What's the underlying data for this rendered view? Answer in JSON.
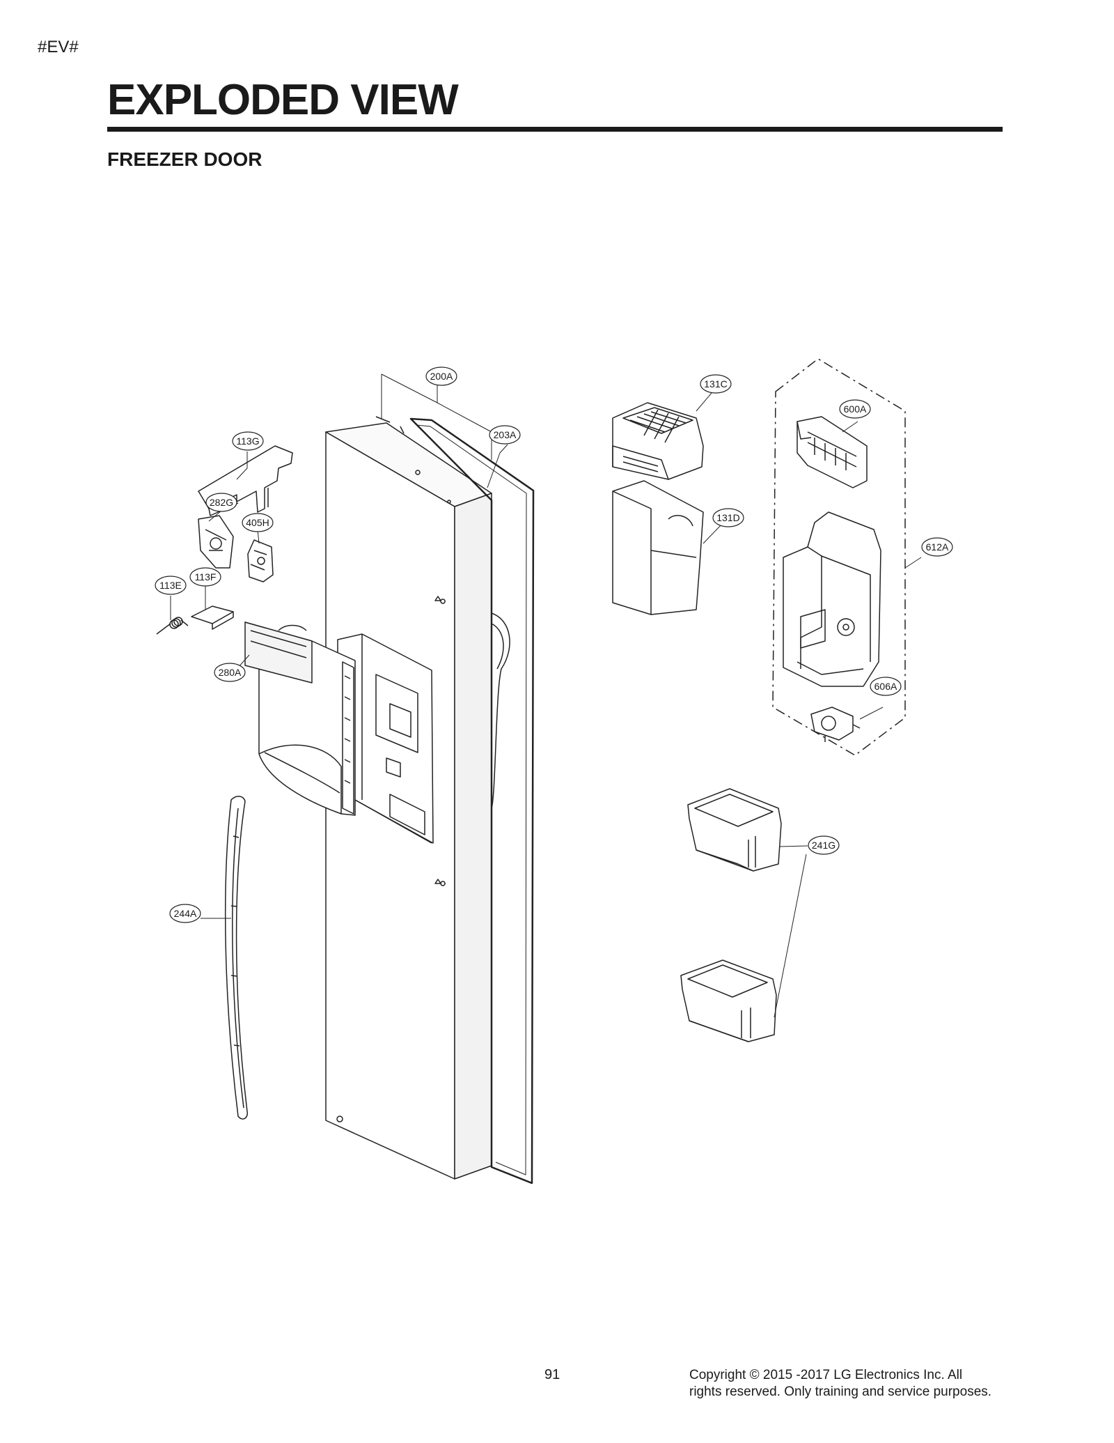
{
  "header": {
    "marker": "#EV#",
    "title": "EXPLODED VIEW",
    "subtitle": "FREEZER DOOR"
  },
  "diagram": {
    "callouts": {
      "c200A": "200A",
      "c203A": "203A",
      "c113G": "113G",
      "c282G": "282G",
      "c405H": "405H",
      "c113E": "113E",
      "c113F": "113F",
      "c280A": "280A",
      "c244A": "244A",
      "c131C": "131C",
      "c131D": "131D",
      "c600A": "600A",
      "c612A": "612A",
      "c606A": "606A",
      "c241G": "241G"
    }
  },
  "footer": {
    "page_number": "91",
    "copyright": "Copyright © 2015 -2017 LG Electronics Inc. All rights reserved. Only training and service purposes."
  }
}
